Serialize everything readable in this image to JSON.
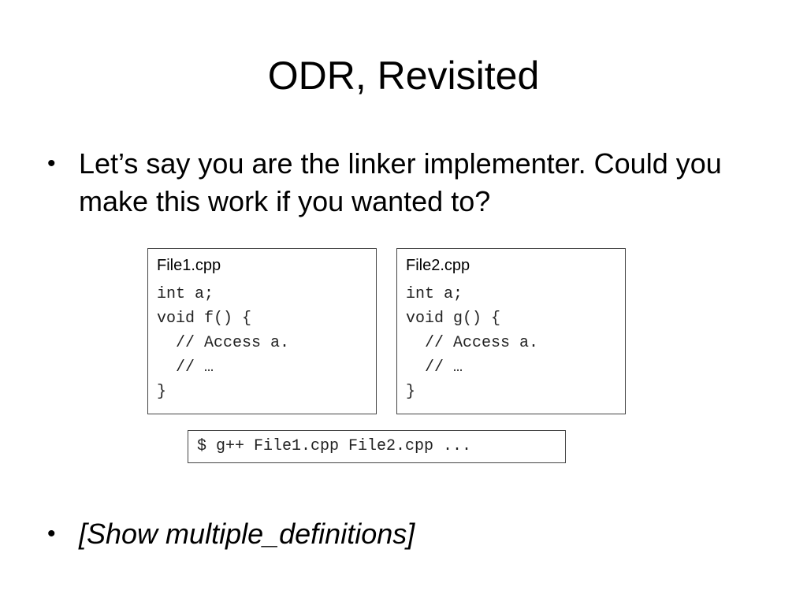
{
  "slide": {
    "title": "ODR, Revisited",
    "bullets": [
      {
        "marker": "•",
        "text": "Let’s say you are the linker implementer. Could you make this work if you wanted to?"
      },
      {
        "marker": "•",
        "text": "[Show multiple_definitions]"
      }
    ],
    "files": [
      {
        "name": "File1.cpp",
        "code_lines": [
          "int a;",
          "void f() {",
          "  // Access a.",
          "  // …",
          "}"
        ]
      },
      {
        "name": "File2.cpp",
        "code_lines": [
          "int a;",
          "void g() {",
          "  // Access a.",
          "  // …",
          "}"
        ]
      }
    ],
    "command": "$ g++ File1.cpp File2.cpp ..."
  }
}
